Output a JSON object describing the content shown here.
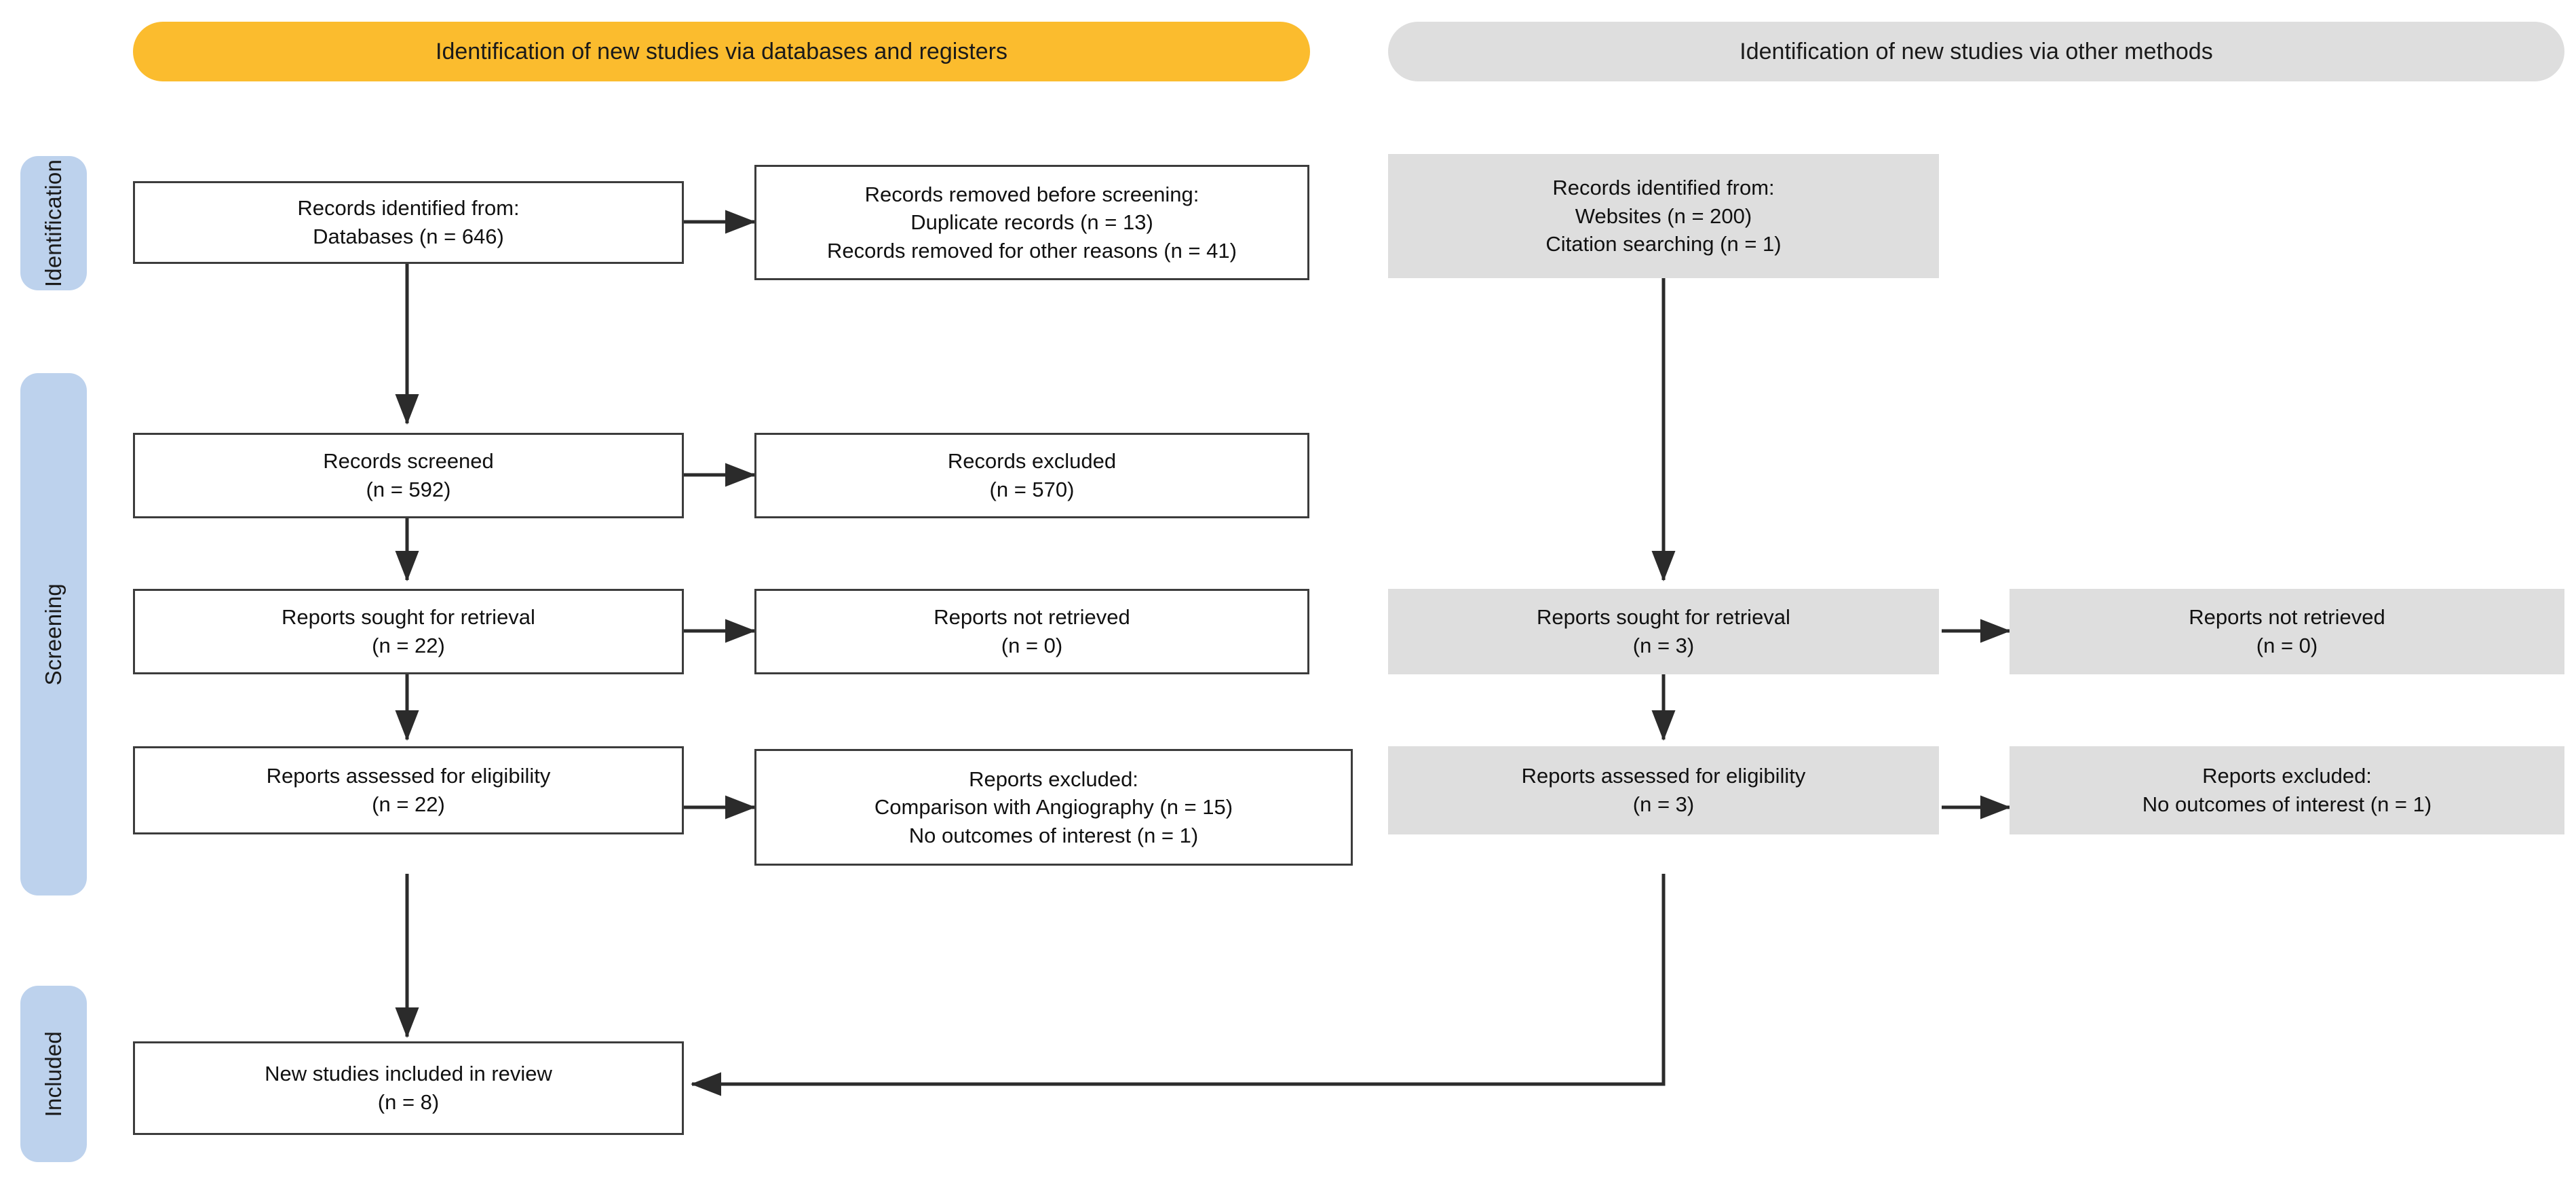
{
  "diagram": {
    "type": "prisma-flow-diagram",
    "title_left": "Identification of new studies via databases and registers",
    "title_right": "Identification of new studies via other methods",
    "colors": {
      "banner_left": "#FBBC2E",
      "banner_right": "#DEDEDE",
      "stage_pill": "#BDD2ED",
      "node_gray": "#DEDEDE",
      "node_border": "#3c3c3c",
      "arrow": "#2b2b2b"
    }
  },
  "stages": [
    {
      "label": "Identification"
    },
    {
      "label": "Screening"
    },
    {
      "label": "Included"
    }
  ],
  "nodes": {
    "db_identified": {
      "lines": [
        "Records identified from:",
        "Databases (n = 646)"
      ]
    },
    "db_removed": {
      "lines": [
        "Records removed before screening:",
        "Duplicate records (n = 13)",
        "Records removed for other reasons (n = 41)"
      ]
    },
    "other_identified": {
      "lines": [
        "Records identified from:",
        "Websites (n = 200)",
        "Citation searching (n = 1)"
      ]
    },
    "records_screened": {
      "lines": [
        "Records screened",
        "(n = 592)"
      ]
    },
    "records_excluded": {
      "lines": [
        "Records excluded",
        "(n = 570)"
      ]
    },
    "db_reports_sought": {
      "lines": [
        "Reports sought for retrieval",
        "(n = 22)"
      ]
    },
    "db_reports_not_retrieved": {
      "lines": [
        "Reports not retrieved",
        "(n = 0)"
      ]
    },
    "other_reports_sought": {
      "lines": [
        "Reports sought for retrieval",
        "(n = 3)"
      ]
    },
    "other_reports_not_retrieved": {
      "lines": [
        "Reports not retrieved",
        "(n = 0)"
      ]
    },
    "db_reports_assessed": {
      "lines": [
        "Reports assessed for eligibility",
        "(n = 22)"
      ]
    },
    "db_reports_excluded": {
      "lines": [
        "Reports excluded:",
        "Comparison with Angiography (n = 15)",
        "No outcomes of interest (n = 1)"
      ]
    },
    "other_reports_assessed": {
      "lines": [
        "Reports assessed for eligibility",
        "(n = 3)"
      ]
    },
    "other_reports_excluded": {
      "lines": [
        "Reports excluded:",
        "No outcomes of interest (n = 1)"
      ]
    },
    "included_studies": {
      "lines": [
        "New studies included in review",
        "(n = 8)"
      ]
    }
  },
  "counts": {
    "databases_identified": 646,
    "duplicate_records_removed": 13,
    "other_reasons_removed": 41,
    "websites_identified": 200,
    "citation_searching_identified": 1,
    "records_screened": 592,
    "records_excluded": 570,
    "db_reports_sought": 22,
    "db_reports_not_retrieved": 0,
    "db_reports_assessed": 22,
    "db_excluded_comparison_angiography": 15,
    "db_excluded_no_outcomes": 1,
    "other_reports_sought": 3,
    "other_reports_not_retrieved": 0,
    "other_reports_assessed": 3,
    "other_excluded_no_outcomes": 1,
    "new_studies_included": 8
  }
}
